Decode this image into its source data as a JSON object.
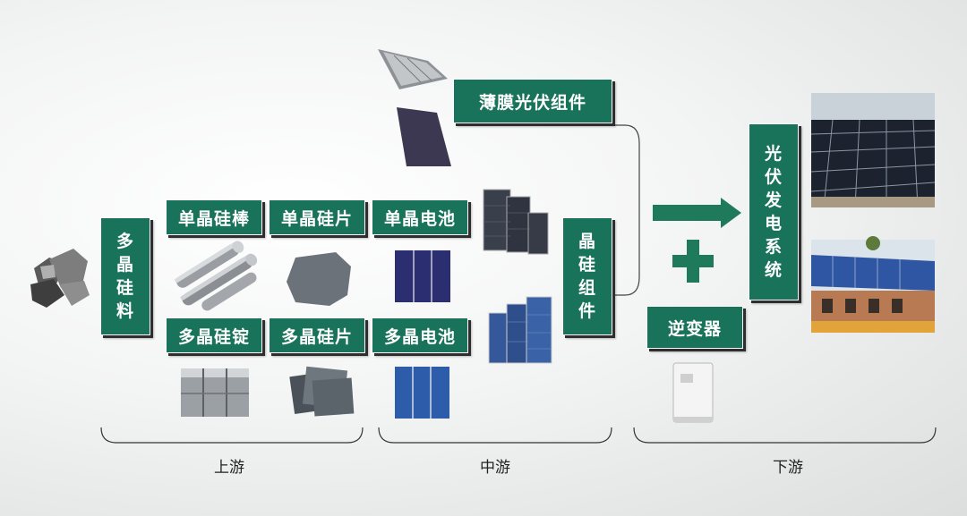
{
  "colors": {
    "box_fill": "#18735a",
    "arrow": "#1f7a5c"
  },
  "boxes": {
    "poly_silicon_raw": "多晶硅料",
    "mono_ingot": "单晶硅棒",
    "mono_wafer": "单晶硅片",
    "mono_cell": "单晶电池",
    "poly_ingot": "多晶硅锭",
    "poly_wafer": "多晶硅片",
    "poly_cell": "多晶电池",
    "thin_film_module": "薄膜光伏组件",
    "crystalline_module": "晶硅组件",
    "inverter": "逆变器",
    "pv_system": "光伏发电系统"
  },
  "stages": {
    "upstream": "上游",
    "midstream": "中游",
    "downstream": "下游"
  }
}
